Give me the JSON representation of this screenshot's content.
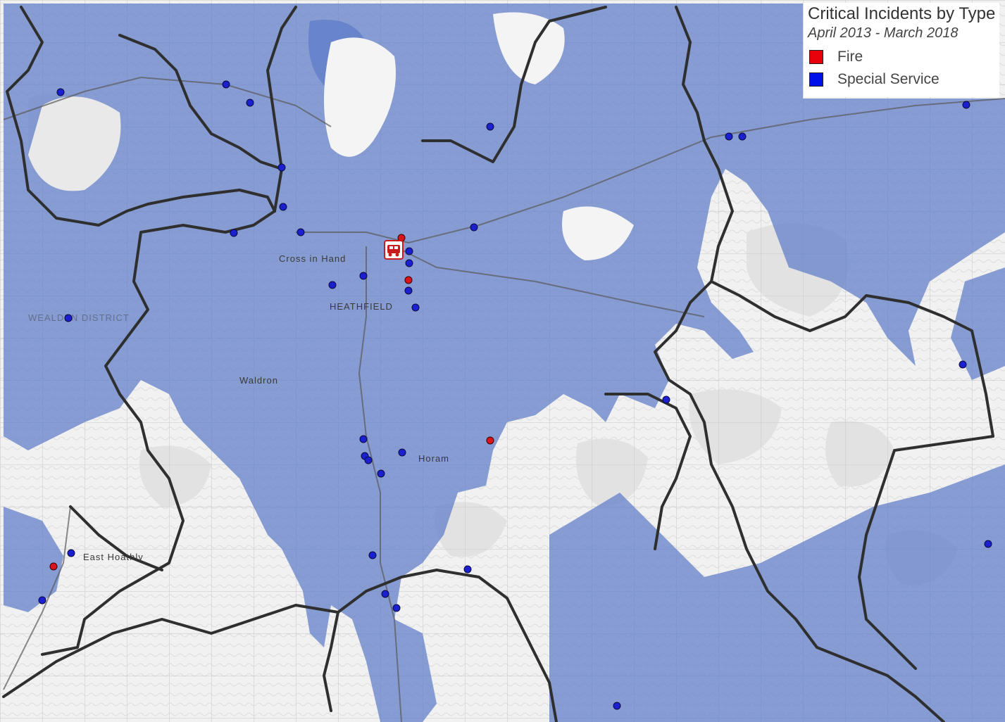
{
  "legend": {
    "title": "Critical Incidents by Type",
    "subtitle": "April 2013 - March 2018",
    "items": [
      {
        "label": "Fire",
        "color": "#e8000b"
      },
      {
        "label": "Special Service",
        "color": "#0010e8"
      }
    ]
  },
  "map_labels": {
    "town": "HEATHFIELD",
    "district": "WEALDEN DISTRICT",
    "place1": "Cross in Hand",
    "place2": "Horam",
    "place3": "Waldron",
    "place4": "East Hoathly"
  },
  "colors": {
    "coverage": "#5d7cc7",
    "coverage_opacity": 0.72,
    "boundary": "#2f2f2f",
    "fire": "#d9141b",
    "special_service": "#1a1fd0"
  },
  "icons": {
    "station": "fire-station-icon"
  }
}
